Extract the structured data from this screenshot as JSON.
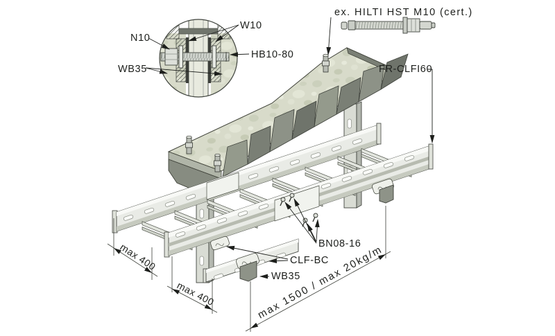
{
  "diagram": {
    "kind": "cable-ladder ceiling suspension installation drawing",
    "labels": {
      "n10": "N10",
      "w10": "W10",
      "hb10_80": "HB10-80",
      "wb35_detail": "WB35",
      "anchor_example": "ex. HILTI HST M10 (cert.)",
      "profile": "FR-CLFI60",
      "bolt_set": "BN08-16",
      "clamp": "CLF-BC",
      "bracket": "WB35"
    },
    "dimensions": {
      "end_overhang": "max 400",
      "support_offset": "max 400",
      "span_load": "max 1500 / max 20kg/m"
    },
    "colors": {
      "background": "#ffffff",
      "line": "#3c3f38",
      "metal_light": "#eef0ea",
      "metal_mid": "#d7dad2",
      "metal_dark": "#b7bbb2",
      "concrete_top": "#d8dbca",
      "concrete_edge": "#9ba095",
      "concrete_break_dark": "#6f746b"
    }
  }
}
